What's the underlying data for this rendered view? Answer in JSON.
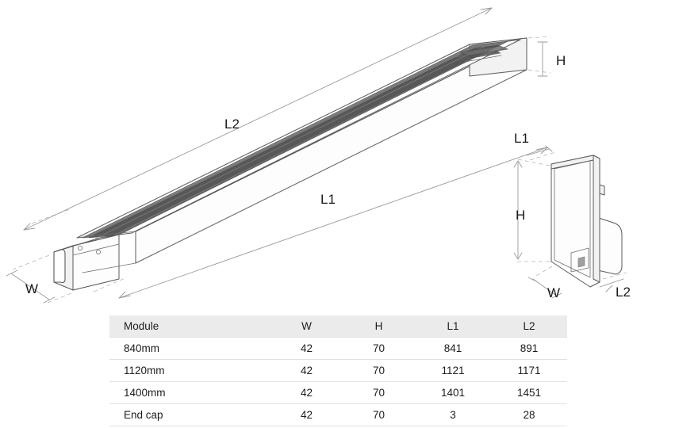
{
  "drawing": {
    "title": "Linear module technical drawing",
    "views": [
      {
        "name": "isometric-module-view",
        "description": "Isometric view of linear lighting module with end cap"
      },
      {
        "name": "end-cap-detail-view",
        "description": "Isometric detail view of the end cap"
      }
    ],
    "dimension_labels": {
      "main_l2": "L2",
      "main_l1": "L1",
      "main_h": "H",
      "main_w": "W",
      "cap_l1": "L1",
      "cap_h": "H",
      "cap_w": "W",
      "cap_l2": "L2"
    },
    "colors": {
      "line": "#5a5a5a",
      "dimension_line": "#9a9a9a",
      "extension_line": "#b5b5b5",
      "shade_dark": "#6d6d6d",
      "background": "#ffffff"
    }
  },
  "table": {
    "headers": [
      "Module",
      "W",
      "H",
      "L1",
      "L2"
    ],
    "rows": [
      {
        "module": "840mm",
        "w": "42",
        "h": "70",
        "l1": "841",
        "l2": "891"
      },
      {
        "module": "1120mm",
        "w": "42",
        "h": "70",
        "l1": "1121",
        "l2": "1171"
      },
      {
        "module": "1400mm",
        "w": "42",
        "h": "70",
        "l1": "1401",
        "l2": "1451"
      },
      {
        "module": "End cap",
        "w": "42",
        "h": "70",
        "l1": "3",
        "l2": "28"
      }
    ],
    "header_background": "#ebebeb",
    "row_divider": "#e2e2e2"
  }
}
